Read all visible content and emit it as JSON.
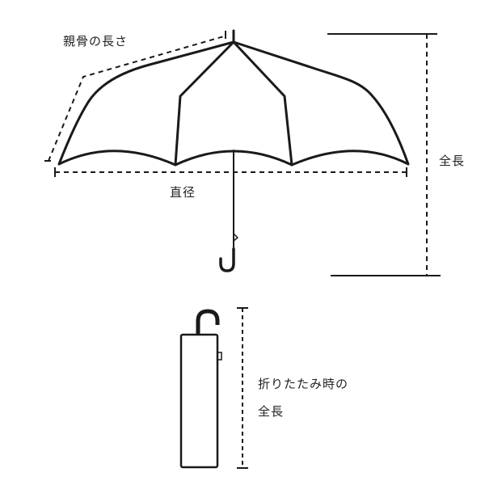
{
  "labels": {
    "rib_length": "親骨の長さ",
    "diameter": "直径",
    "total_length": "全長",
    "folded_length_line1": "折りたたみ時の",
    "folded_length_line2": "全長"
  },
  "colors": {
    "line": "#1a1a1a",
    "background": "#ffffff"
  }
}
